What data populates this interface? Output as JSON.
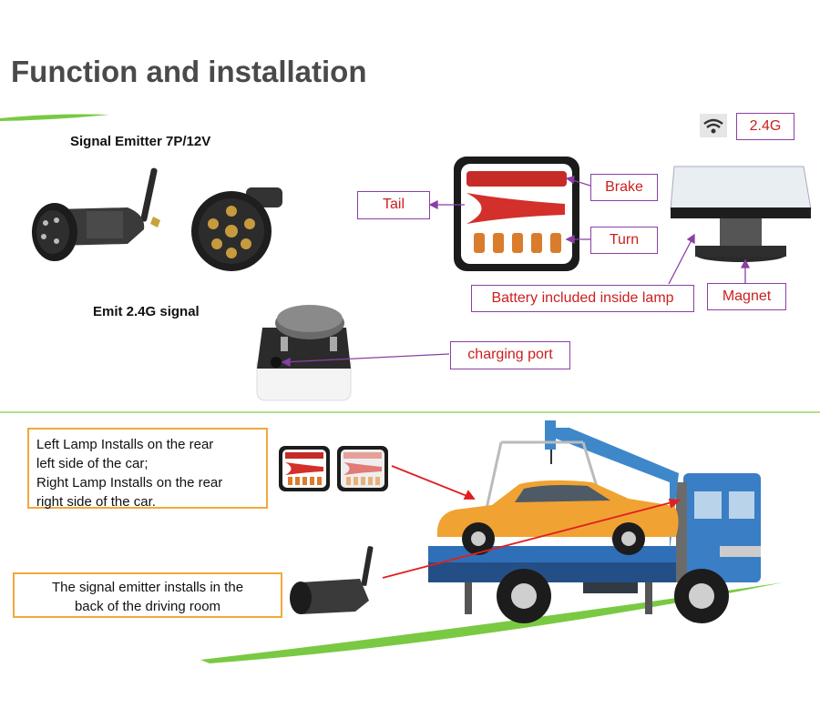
{
  "heading": "Function and installation",
  "emitter": {
    "label": "Signal Emitter  7P/12V",
    "signal_label": "Emit 2.4G signal"
  },
  "wifi_badge": "2.4G",
  "lamp_callouts": {
    "brake": "Brake",
    "tail": "Tail",
    "turn": "Turn",
    "battery": "Battery included inside lamp",
    "magnet": "Magnet",
    "charging": "charging port"
  },
  "install_notes": {
    "lamps_line1": "Left Lamp Installs on the rear",
    "lamps_line2": "left side of the car;",
    "lamps_line3": "Right Lamp Installs on the rear",
    "lamps_line4": "right side of the car.",
    "emitter_line1": "The signal emitter installs in the",
    "emitter_line2": "back of the driving room"
  },
  "colors": {
    "accent_green": "#7ac943",
    "callout_border": "#8a3fa3",
    "callout_text": "#cc1f1f",
    "note_border": "#f0a93a",
    "arrow_red": "#e02020"
  }
}
